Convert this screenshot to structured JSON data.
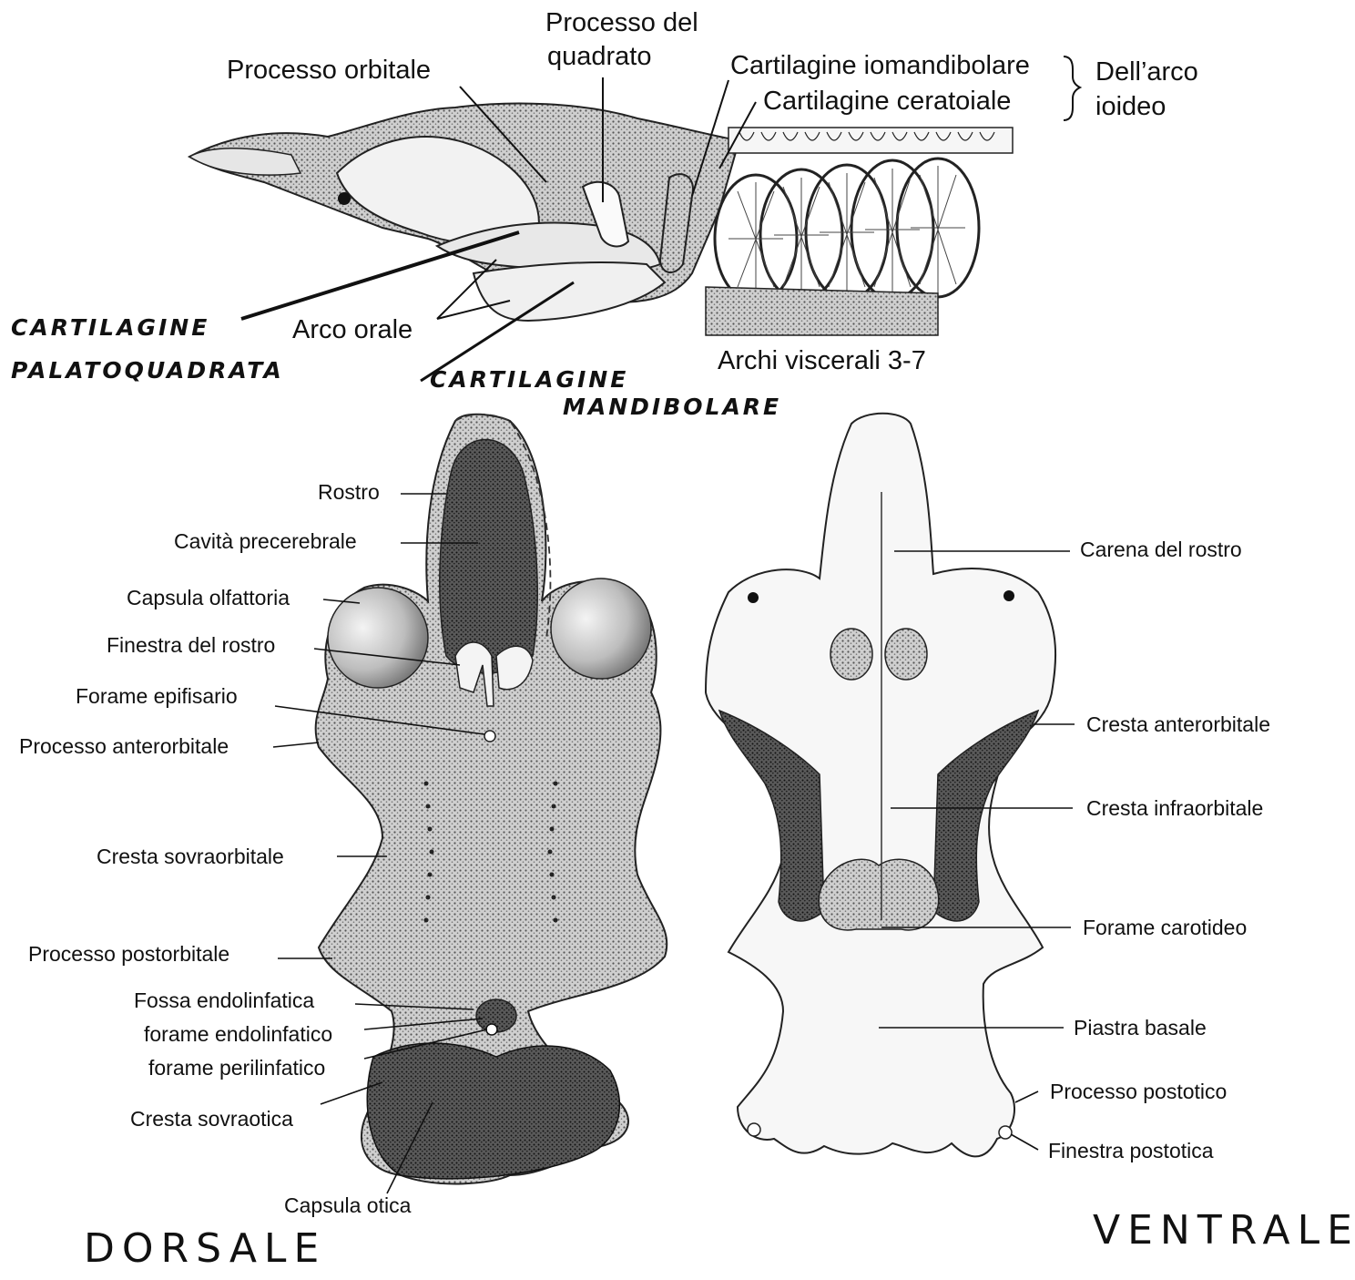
{
  "lateral_view": {
    "labels": {
      "processo_orbitale": "Processo orbitale",
      "processo_quadrato_1": "Processo del",
      "processo_quadrato_2": "quadrato",
      "cart_iomandibolare": "Cartilagine iomandibolare",
      "cart_ceratoiale": "Cartilagine ceratoiale",
      "arco_ioideo_1": "Dell’arco",
      "arco_ioideo_2": "ioideo",
      "arco_orale": "Arco orale",
      "archi_viscerali": "Archi viscerali 3-7"
    },
    "handwritten": {
      "palatoquadrata_1": "CARTILAGINE",
      "palatoquadrata_2": "PALATOQUADRATA",
      "mandibolare_1": "CARTILAGINE",
      "mandibolare_2": "MANDIBOLARE"
    }
  },
  "dorsal_view": {
    "title": "DORSALE",
    "labels": {
      "rostro": "Rostro",
      "cavita_precerebrale": "Cavità precerebrale",
      "capsula_olfattoria": "Capsula olfattoria",
      "finestra_rostro": "Finestra del rostro",
      "forame_epifisario": "Forame epifisario",
      "processo_anterorbitale": "Processo anterorbitale",
      "cresta_sovraorbitale": "Cresta sovraorbitale",
      "processo_postorbitale": "Processo postorbitale",
      "fossa_endolinfatica": "Fossa endolinfatica",
      "forame_endolinfatico": "forame endolinfatico",
      "forame_perilinfatico": "forame perilinfatico",
      "cresta_sovraotica": "Cresta sovraotica",
      "capsula_otica": "Capsula otica"
    }
  },
  "ventral_view": {
    "title": "VENTRALE",
    "labels": {
      "carena_rostro": "Carena del rostro",
      "cresta_anterorbitale": "Cresta anterorbitale",
      "cresta_infraorbitale": "Cresta infraorbitale",
      "forame_carotideo": "Forame carotideo",
      "piastra_basale": "Piastra basale",
      "processo_postotico": "Processo postotico",
      "finestra_postotica": "Finestra postotica"
    }
  }
}
